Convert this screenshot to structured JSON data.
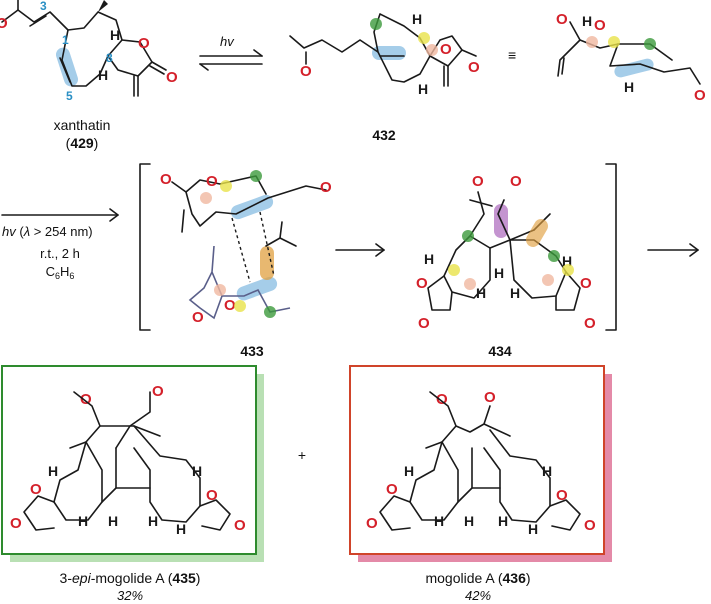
{
  "colors": {
    "oxygen": "#d4202a",
    "atom_number": "#2a8fc4",
    "bond_highlight_blue": "#7fb8e0",
    "dot_green": "#3c9a3c",
    "dot_yellow": "#e8e24a",
    "dot_peach": "#f0b8a0",
    "highlight_purple": "#b070c0",
    "highlight_orange": "#e0a040",
    "box_green": "#2e8b2e",
    "box_green_shadow": "#b9e0b4",
    "box_red": "#d0442a",
    "box_red_shadow": "#e48aa8",
    "dimer_ring": "#5a5f8a"
  },
  "atoms": {
    "oxygen": "O",
    "hydrogen": "H"
  },
  "atom_numbers": {
    "c3": "3",
    "c1": "1",
    "c5": "5",
    "c8": "8"
  },
  "step1": {
    "name": "xanthatin",
    "number": "429",
    "arrow_label": "hv",
    "product": "432",
    "equiv": "≡"
  },
  "step2": {
    "cond_hv": "hv",
    "cond_lambda": "λ",
    "cond_gt": " > 254 nm)",
    "cond_open": "(",
    "cond_temp": "r.t., 2 h",
    "cond_solvent_c": "C",
    "cond_solvent_6a": "6",
    "cond_solvent_h": "H",
    "cond_solvent_6b": "6",
    "intermediate1": "433",
    "intermediate2": "434"
  },
  "products": {
    "plus": "+",
    "p1_prefix": "3-",
    "p1_epi": "epi",
    "p1_name": "-mogolide A (",
    "p1_number": "435",
    "p1_close": ")",
    "p1_yield": "32%",
    "p2_name": "mogolide A (",
    "p2_number": "436",
    "p2_close": ")",
    "p2_yield": "42%"
  }
}
